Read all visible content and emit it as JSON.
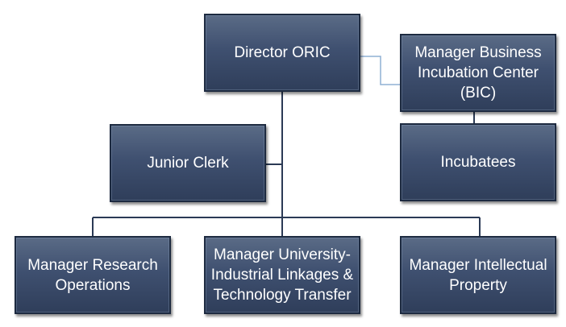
{
  "nodes": {
    "director": "Director ORIC",
    "bic_manager": "Manager Business Incubation Center (BIC)",
    "junior_clerk": "Junior Clerk",
    "incubatees": "Incubatees",
    "research_manager": "Manager Research Operations",
    "university_manager": "Manager University-Industrial Linkages & Technology Transfer",
    "ip_manager": "Manager Intellectual Property"
  },
  "colors": {
    "box_fill": "#3f5070",
    "box_border": "#1d2a40",
    "connector_main": "#2b3a55",
    "connector_bic": "#8fb0d4",
    "text": "#ffffff"
  }
}
